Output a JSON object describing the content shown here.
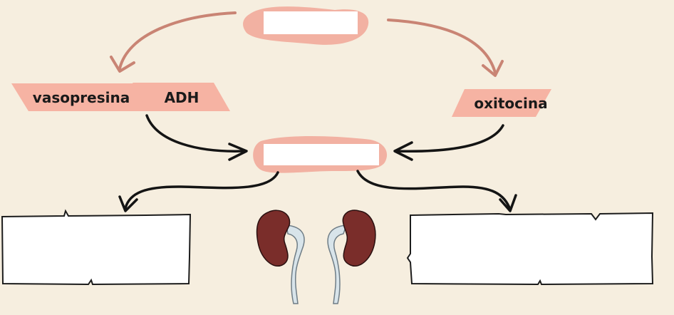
{
  "labels": {
    "vasopresina": "vasopresina",
    "adh": "ADH",
    "oxitocina": "oxitocina"
  },
  "colors": {
    "background": "#f6eedf",
    "tag_pink": "#f6b3a3",
    "blob_pink": "#f2b1a2",
    "arrow_rose": "#c98474",
    "arrow_black": "#141414",
    "kidney": "#7a2d2a",
    "ureter": "#d8e4ea"
  },
  "icons": {
    "kidneys": "kidneys-icon"
  }
}
